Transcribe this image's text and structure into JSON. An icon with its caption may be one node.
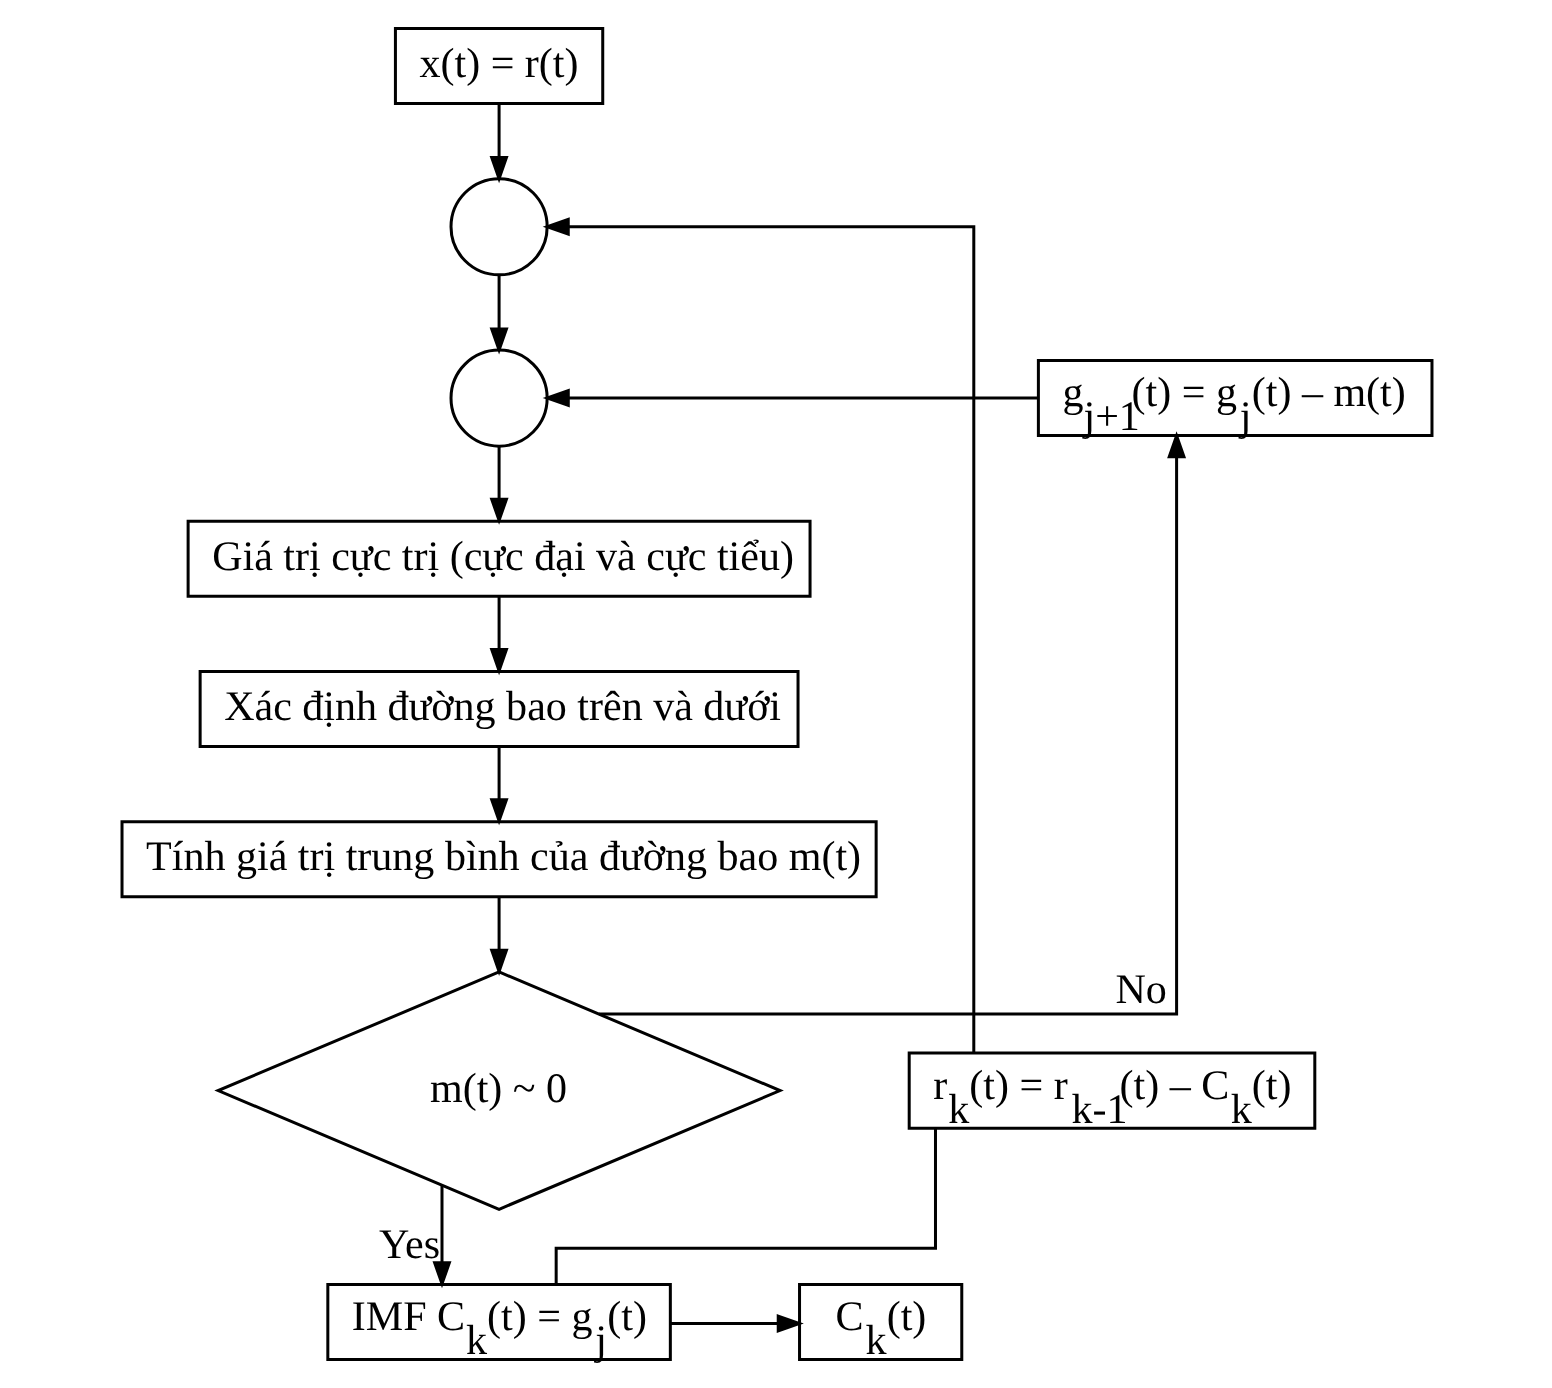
{
  "diagram": {
    "nodes": [
      {
        "text": [
          "x(t) = r(t)"
        ]
      },
      {
        "text": [],
        "shape": "circle"
      },
      {
        "text": [],
        "shape": "circle"
      },
      {
        "text": [
          "g$_{j+1}$(t) = g$_{j}$(t) – m(t)"
        ]
      },
      {
        "text": [
          "Giá trị cực trị (cực đại và cực tiểu)"
        ]
      },
      {
        "text": [
          "Xác định đường bao trên và dưới"
        ]
      },
      {
        "text": [
          "Tính giá trị trung bình của đường bao m(t)"
        ]
      },
      {
        "text": [
          "r$_{k}$(t) = r$_{k-1}$(t) – C$_{k}$(t)"
        ]
      },
      {
        "text": [
          "m(t) ~ 0"
        ]
      },
      {
        "text": [
          "IMF C$_{k}$(t) = g$_{j}$(t)"
        ]
      },
      {
        "text": [
          "C$_{k}$(t)"
        ]
      }
    ],
    "edges": [
      {
        "from": 0,
        "to": 1,
        "arrow": "to"
      },
      {
        "from": 1,
        "to": 2,
        "arrow": "to"
      },
      {
        "from": 3,
        "to": 2,
        "arrow": "to"
      },
      {
        "from": 2,
        "to": 4,
        "arrow": "to"
      },
      {
        "from": 4,
        "to": 5,
        "arrow": "to"
      },
      {
        "from": 5,
        "to": 6,
        "arrow": "to"
      },
      {
        "from": 6,
        "to": 8,
        "arrow": "to"
      },
      {
        "from": 8,
        "to": 3,
        "arrow": "to",
        "label": "No"
      },
      {
        "from": 8,
        "to": 9,
        "arrow": "to",
        "label": "Yes"
      },
      {
        "from": 9,
        "to": 7,
        "arrow": "none"
      },
      {
        "from": 7,
        "to": 1,
        "arrow": "to"
      },
      {
        "from": 9,
        "to": 10,
        "arrow": "to"
      }
    ]
  }
}
